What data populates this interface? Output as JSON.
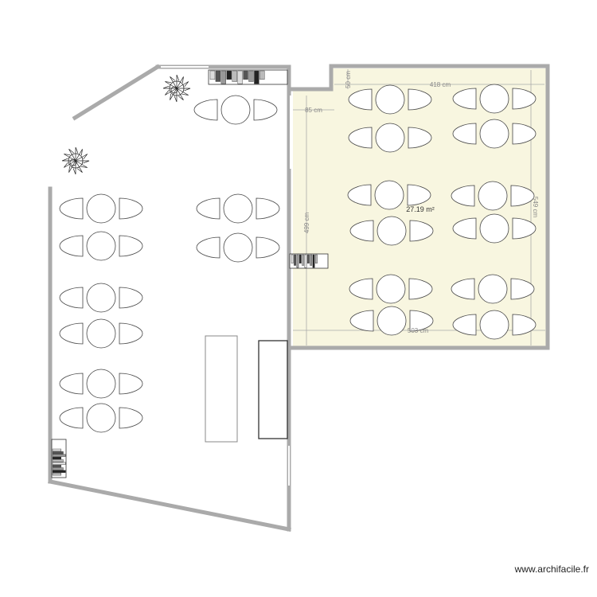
{
  "plan": {
    "room_fill_color": "#f8f6e0",
    "wall_color": "#aaaaaa",
    "area_label": "27.19 m²",
    "dimensions": {
      "top_width": "418 cm",
      "notch_height": "50 cm",
      "notch_width": "85 cm",
      "left_height": "499 cm",
      "right_height": "549 cm",
      "bottom_width": "503 cm"
    },
    "icons": [
      "plant-icon",
      "bookshelf-icon",
      "table-with-chairs-icon"
    ]
  },
  "watermark": "www.archifacile.fr"
}
